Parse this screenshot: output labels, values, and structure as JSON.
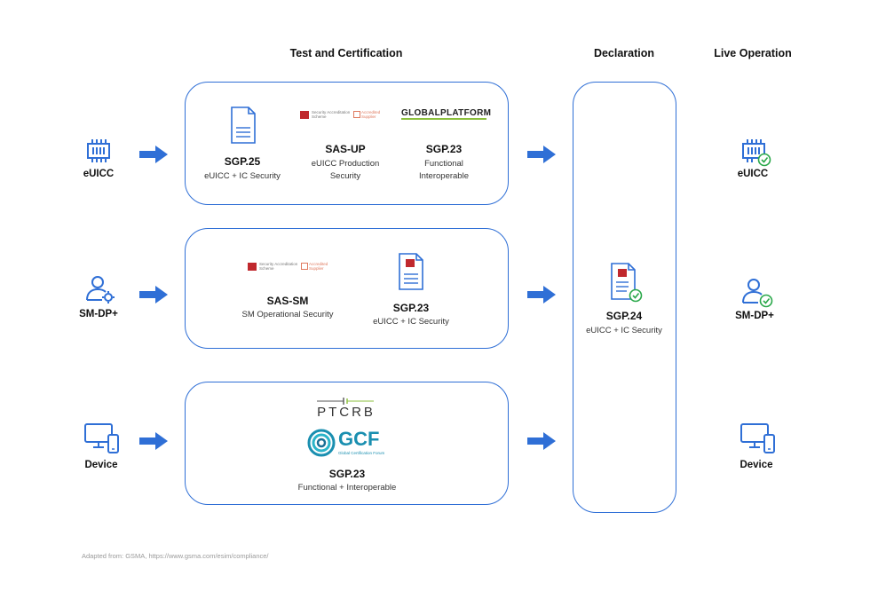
{
  "headers": {
    "test": "Test and Certification",
    "declaration": "Declaration",
    "live": "Live Operation"
  },
  "left": {
    "euicc": "eUICC",
    "smdp": "SM-DP+",
    "device": "Device"
  },
  "right": {
    "euicc": "eUICC",
    "smdp": "SM-DP+",
    "device": "Device"
  },
  "box1": {
    "sgp25": {
      "title": "SGP.25",
      "desc": "eUICC + IC Security"
    },
    "sasup": {
      "title": "SAS-UP",
      "desc1": "eUICC Production",
      "desc2": "Security"
    },
    "sgp23": {
      "title": "SGP.23",
      "desc1": "Functional",
      "desc2": "Interoperable"
    },
    "gp_logo": "GLOBALPLATFORM"
  },
  "box2": {
    "sassm": {
      "title": "SAS-SM",
      "desc": "SM Operational Security"
    },
    "sgp23": {
      "title": "SGP.23",
      "desc": "eUICC + IC Security"
    }
  },
  "box3": {
    "ptcrb": "PTCRB",
    "gcf": "GCF",
    "gcf_sub": "Global Certification Forum",
    "sgp23": {
      "title": "SGP.23",
      "desc": "Functional + Interoperable"
    }
  },
  "declaration": {
    "title": "SGP.24",
    "desc": "eUICC + IC Security"
  },
  "sas_logo": {
    "line1": "Security Accreditation",
    "line2": "Scheme",
    "badge1": "Accredited",
    "badge2": "Supplier"
  },
  "footer": "Adapted from: GSMA, https://www.gsma.com/esim/compliance/",
  "colors": {
    "accent": "#2f6fd6",
    "check": "#2aa84a",
    "gsma_red": "#c0282d"
  }
}
